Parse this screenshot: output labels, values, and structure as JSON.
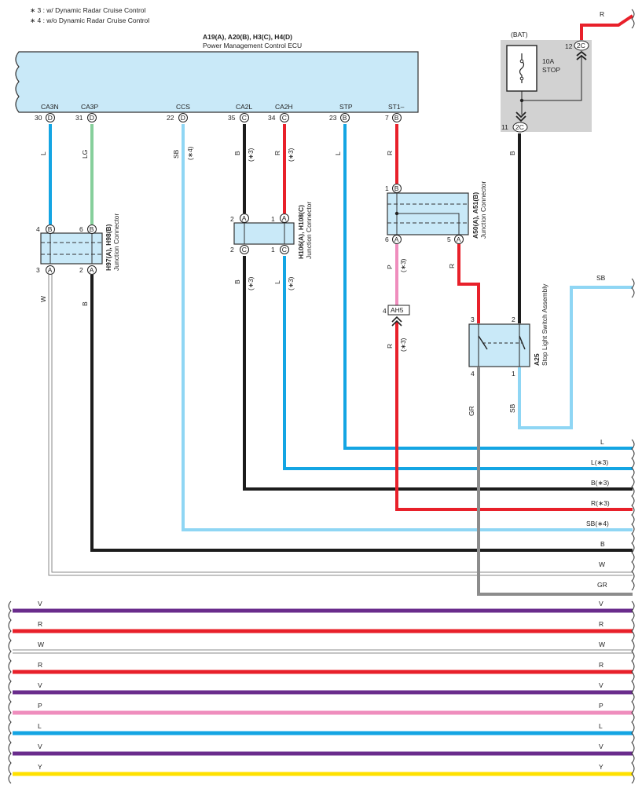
{
  "notes": [
    "∗ 3 : w/ Dynamic Radar Cruise Control",
    "∗ 4 : w/o Dynamic Radar Cruise Control"
  ],
  "colors": {
    "L": "#14a5e3",
    "LG": "#86cf9b",
    "SB": "#8fd6f4",
    "B": "#1c1c1c",
    "R": "#e8202a",
    "P": "#ef8dbd",
    "GR": "#8c8c8c",
    "W": "#ffffff",
    "V": "#6a2c8c",
    "Y": "#ffe100",
    "ecu_fill": "#c9e9f8",
    "box_fill": "#d2d2d2"
  },
  "ecu": {
    "codes": "A19(A), A20(B), H3(C), H4(D)",
    "name": "Power Management Control ECU",
    "pins": [
      {
        "label": "CA3N",
        "num": "30",
        "conn": "D"
      },
      {
        "label": "CA3P",
        "num": "31",
        "conn": "D"
      },
      {
        "label": "CCS",
        "num": "22",
        "conn": "D"
      },
      {
        "label": "CA2L",
        "num": "35",
        "conn": "C"
      },
      {
        "label": "CA2H",
        "num": "34",
        "conn": "C"
      },
      {
        "label": "STP",
        "num": "23",
        "conn": "B"
      },
      {
        "label": "ST1–",
        "num": "7",
        "conn": "B"
      }
    ]
  },
  "wire_labels": {
    "ca3n": "L",
    "ca3p": "LG",
    "ccs": "SB",
    "ccs_note": "(∗4)",
    "ca2l": "B",
    "ca2l_note": "(∗3)",
    "ca2h": "R",
    "ca2h_note": "(∗3)",
    "stp": "L",
    "st1": "R",
    "h97_w": "W",
    "h97_b": "B",
    "ca2l_low": "B",
    "ca2l_low_note": "(∗3)",
    "ca2h_low": "L",
    "ca2h_low_note": "(∗3)",
    "a50_p": "P",
    "a50_p_note": "(∗3)",
    "a50_r": "R",
    "ah5_r": "R",
    "ah5_r_note": "(∗3)",
    "fuse_b": "B",
    "stop_gr": "GR",
    "stop_sb": "SB"
  },
  "junction_h97": {
    "code": "H97(A), H98(B)",
    "name": "Junction Connector",
    "pins": {
      "p4": "4",
      "p6": "6",
      "p3": "3",
      "p2": "2"
    },
    "conns": {
      "p4": "B",
      "p6": "B",
      "p3": "A",
      "p2": "A"
    }
  },
  "junction_h106": {
    "code": "H106(A), H108(C)",
    "name": "Junction Connector",
    "pins": {
      "p2t": "2",
      "p1t": "1",
      "p2b": "2",
      "p1b": "1"
    },
    "conns": {
      "p2t": "A",
      "p1t": "A",
      "p2b": "C",
      "p1b": "C"
    }
  },
  "junction_a50": {
    "code": "A50(A), A51(B)",
    "name": "Junction Connector",
    "pins": {
      "p1": "1",
      "p6": "6",
      "p5": "5"
    },
    "conns": {
      "p1": "B",
      "p6": "A",
      "p5": "A"
    }
  },
  "ah5": {
    "pin": "4",
    "label": "AH5"
  },
  "fuse": {
    "bat": "(BAT)",
    "rating": "10A",
    "name": "STOP",
    "pin_top": "12",
    "conn_top": "2C",
    "pin_bot": "11",
    "conn_bot": "2C",
    "feed_label": "R"
  },
  "stop_switch": {
    "code": "A25",
    "name": "Stop Light Switch Assembly",
    "pins": {
      "p3": "3",
      "p2": "2",
      "p4": "4",
      "p1": "1"
    },
    "right_label": "SB"
  },
  "right_rows": [
    {
      "label": "L",
      "color": "L"
    },
    {
      "label": "L(∗3)",
      "color": "L"
    },
    {
      "label": "B(∗3)",
      "color": "B"
    },
    {
      "label": "R(∗3)",
      "color": "R"
    },
    {
      "label": "SB(∗4)",
      "color": "SB"
    },
    {
      "label": "B",
      "color": "B"
    },
    {
      "label": "W",
      "color": "W"
    },
    {
      "label": "GR",
      "color": "GR"
    }
  ],
  "bottom_rows": [
    {
      "label": "V",
      "color": "V"
    },
    {
      "label": "R",
      "color": "R"
    },
    {
      "label": "W",
      "color": "W"
    },
    {
      "label": "R",
      "color": "R"
    },
    {
      "label": "V",
      "color": "V"
    },
    {
      "label": "P",
      "color": "P"
    },
    {
      "label": "L",
      "color": "L"
    },
    {
      "label": "V",
      "color": "V"
    },
    {
      "label": "Y",
      "color": "Y"
    }
  ]
}
